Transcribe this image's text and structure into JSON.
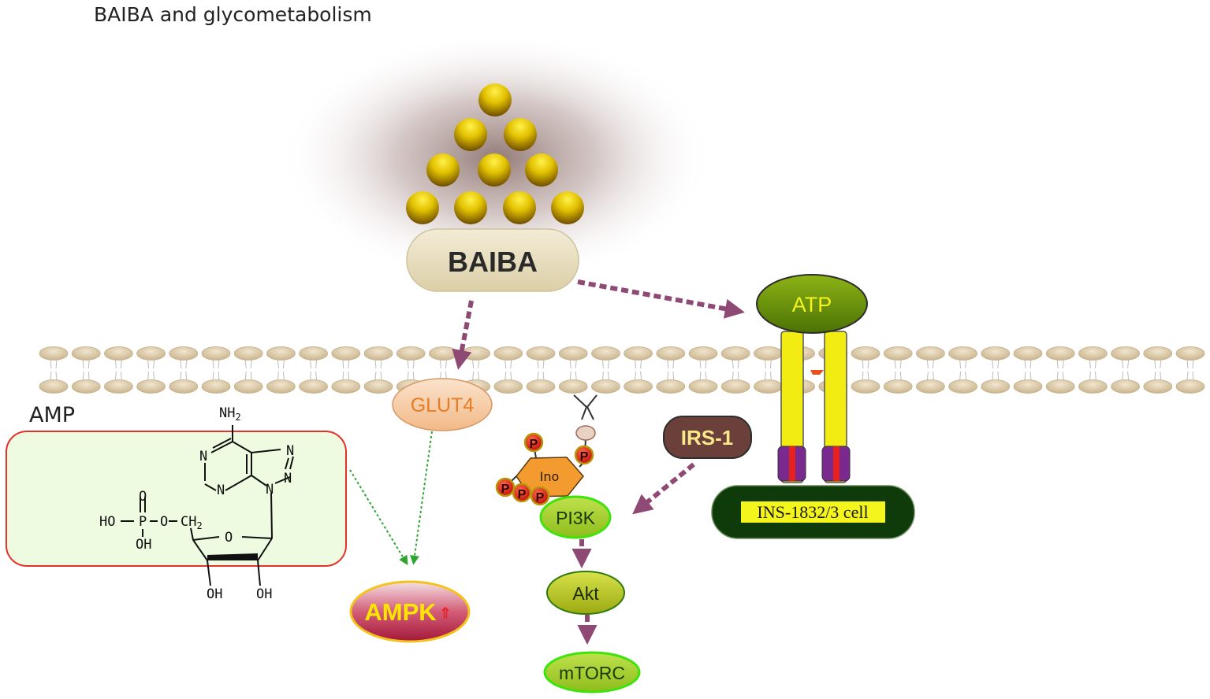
{
  "title": "BAIBA and glycometabolism",
  "nodes": {
    "baiba": "BAIBA",
    "atp": "ATP",
    "glut4": "GLUT4",
    "irs1": "IRS-1",
    "pi3k": "PI3K",
    "akt": "Akt",
    "mtorc": "mTORC",
    "ampk": "AMPK",
    "ampk_arrow": "⇑",
    "cell": "INS-1832/3 cell",
    "ino": "Ino",
    "phosphate": "P"
  },
  "amp": {
    "label": "AMP",
    "nh2": "NH",
    "nh2_sub": "2",
    "n1": "N",
    "n2": "N",
    "n3": "N",
    "n4": "N",
    "n5": "N",
    "o_top": "O",
    "ho_p": "HO",
    "p": "P",
    "o_link": "O",
    "ch2": "CH",
    "ch2_sub": "2",
    "oh_p": "OH",
    "o_ring": "O",
    "oh_left": "OH",
    "oh_right": "OH"
  },
  "colors": {
    "arrow": "#8e4a74",
    "green_arrow": "#2fa52f",
    "bead": "#e2c100",
    "lipid_head": "#dccbab",
    "receptor": "#f2ec12",
    "atp_fill": "#6f9a0c",
    "atp_text": "#f5f21e",
    "cell_fill": "#0f3b0a",
    "cell_label_bg": "#f5f51e",
    "irs_fill": "#6b3f3a",
    "irs_text": "#f7e88a",
    "pi3k_fill": "#98c92a",
    "pi3k_border": "#3ee30c",
    "ampk_text": "#ffe600",
    "amp_box_fill": "#eefbe0",
    "amp_box_border": "#e4322b"
  }
}
